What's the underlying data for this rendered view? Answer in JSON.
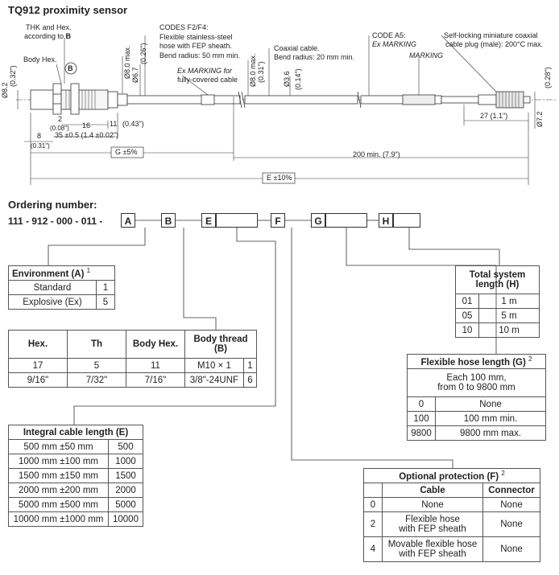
{
  "title": "TQ912 proximity sensor",
  "drawing": {
    "labels": {
      "thk_hex": "THK and Hex.",
      "according_to": "according to",
      "according_b": "B",
      "body_hex": "Body Hex.",
      "circ_b": "B",
      "dia_8_2": "Ø8.2",
      "dia_8_2_in": "(0.32\")",
      "dia_8_0_max_a": "Ø8.0 max.",
      "dia_6_7": "Ø6.7",
      "dia_6_7_in": "(0.26\")",
      "codes_f2f4": "CODES F2/F4:",
      "flex_hose1": "Flexible stainless-steel",
      "flex_hose2": "hose with FEP sheath.",
      "flex_hose3": "Bend radius: 50 mm min.",
      "ex_marking_for": "Ex MARKING for",
      "fully_covered": "fully-covered cable",
      "dia_8_0_max_b": "Ø8.0 max.",
      "dia_8_0_b_in": "(0.31\")",
      "coax1": "Coaxial cable.",
      "coax2": "Bend radius: 20 mm min.",
      "dia_3_6": "Ø3.6",
      "dia_3_6_in": "(0.14\")",
      "code_a5": "CODE A5:",
      "ex_marking": "Ex MARKING",
      "marking": "MARKING",
      "plug1": "Self-locking miniature coaxial",
      "plug2": "cable plug (male): 200°C max.",
      "dia_7_2": "Ø7.2",
      "dia_7_2_in": "(0.28\")",
      "dim_2": "2",
      "dim_2_in": "(0.08\")",
      "dim_16": "16",
      "dim_11": "11",
      "dim_043": "(0.43\")",
      "dim_8": "8",
      "dim_8_in": "(0.31\")",
      "dim_35": "35 ±0.5 (1.4 ±0.02\")",
      "dim_g": "G ±5%",
      "dim_200": "200 min. (7.9\")",
      "dim_27": "27 (1.1\")",
      "dim_e": "E ±10%"
    }
  },
  "ordering": {
    "title": "Ordering number:",
    "base": "111 - 912 - 000 - 011 -",
    "codes": [
      "A",
      "B",
      "E",
      "F",
      "G",
      "H"
    ]
  },
  "environment": {
    "title": "Environment (A)",
    "sup": "1",
    "rows": [
      [
        "Standard",
        "1"
      ],
      [
        "Explosive (Ex)",
        "5"
      ]
    ]
  },
  "hex_table": {
    "headers": [
      "Hex.",
      "Th",
      "Body Hex.",
      "Body thread (B)"
    ],
    "rows": [
      [
        "17",
        "5",
        "11",
        "M10 × 1",
        "1"
      ],
      [
        "9/16\"",
        "7/32\"",
        "7/16\"",
        "3/8\"-24UNF",
        "6"
      ]
    ]
  },
  "cable_length": {
    "title": "Integral cable length (E)",
    "rows": [
      [
        "500 mm ±50 mm",
        "500"
      ],
      [
        "1000 mm ±100 mm",
        "1000"
      ],
      [
        "1500 mm ±150 mm",
        "1500"
      ],
      [
        "2000 mm ±200 mm",
        "2000"
      ],
      [
        "5000 mm ±500 mm",
        "5000"
      ],
      [
        "10000 mm ±1000 mm",
        "10000"
      ]
    ]
  },
  "system_length": {
    "title1": "Total system",
    "title2": "length (H)",
    "rows": [
      [
        "01",
        "1 m"
      ],
      [
        "05",
        "5 m"
      ],
      [
        "10",
        "10 m"
      ]
    ]
  },
  "hose_length": {
    "title": "Flexible hose length (G)",
    "sup": "2",
    "desc1": "Each 100 mm,",
    "desc2": "from 0 to 9800 mm",
    "rows": [
      [
        "0",
        "None"
      ],
      [
        "100",
        "100 mm min."
      ],
      [
        "9800",
        "9800 mm max."
      ]
    ]
  },
  "protection": {
    "title": "Optional protection (F)",
    "sup": "2",
    "headers": [
      "Cable",
      "Connector"
    ],
    "rows": [
      [
        "0",
        "None",
        "",
        "None"
      ],
      [
        "2",
        "Flexible hose",
        "with FEP sheath",
        "None"
      ],
      [
        "4",
        "Movable flexible hose",
        "with FEP sheath",
        "None"
      ]
    ]
  }
}
